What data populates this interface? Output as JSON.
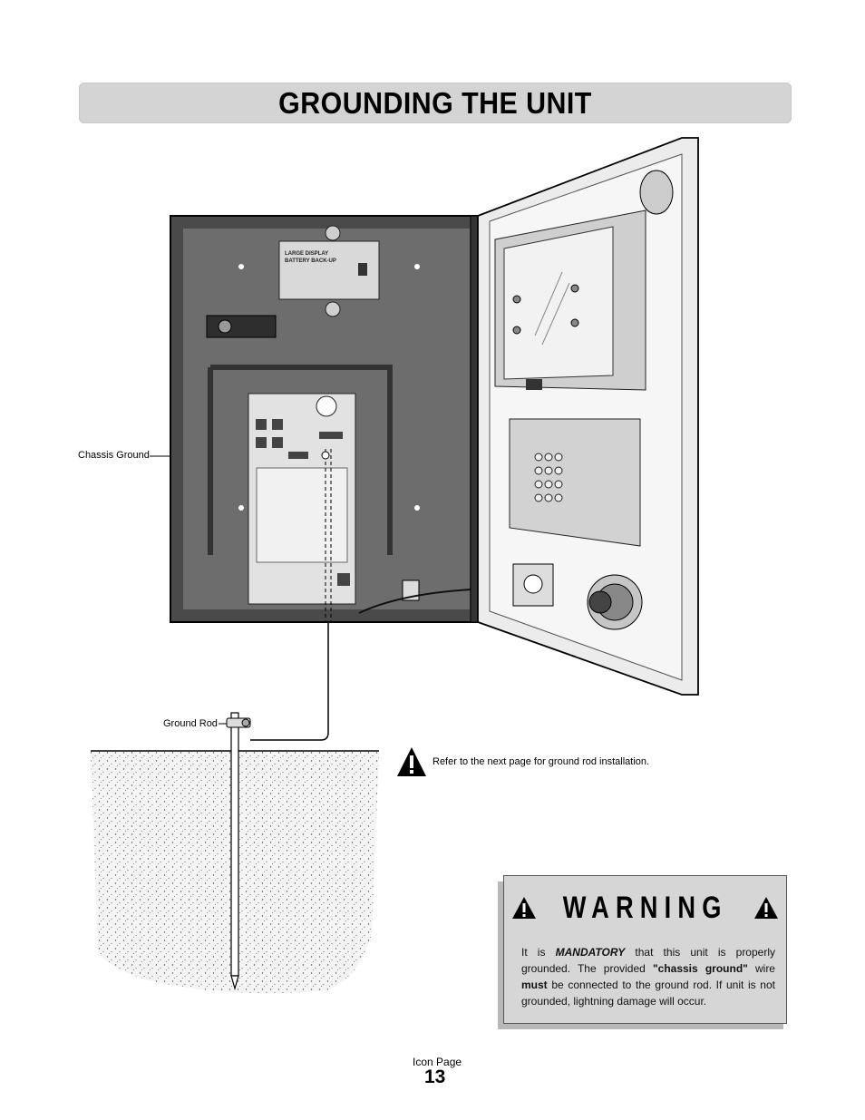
{
  "page": {
    "title": "GROUNDING THE UNIT",
    "footer_label": "Icon Page",
    "page_number": "13"
  },
  "illustration": {
    "callout_chassis_ground": "Chassis Ground",
    "callout_ground_rod": "Ground Rod",
    "module_label_line1": "LARGE DISPLAY",
    "module_label_line2": "BATTERY BACK-UP"
  },
  "note": {
    "icon": "warning-triangle-icon",
    "text": "Refer to the next page for ground rod installation."
  },
  "warning": {
    "heading": "WARNING",
    "icon": "warning-triangle-icon",
    "body_1": "It is ",
    "body_mandatory": "MANDATORY",
    "body_2": " that this unit is properly grounded. The provided ",
    "body_chassis": "\"chassis ground\"",
    "body_3": " wire ",
    "body_must": "must",
    "body_4": " be connected to the ground rod. If unit is not grounded, lightning damage will occur."
  }
}
